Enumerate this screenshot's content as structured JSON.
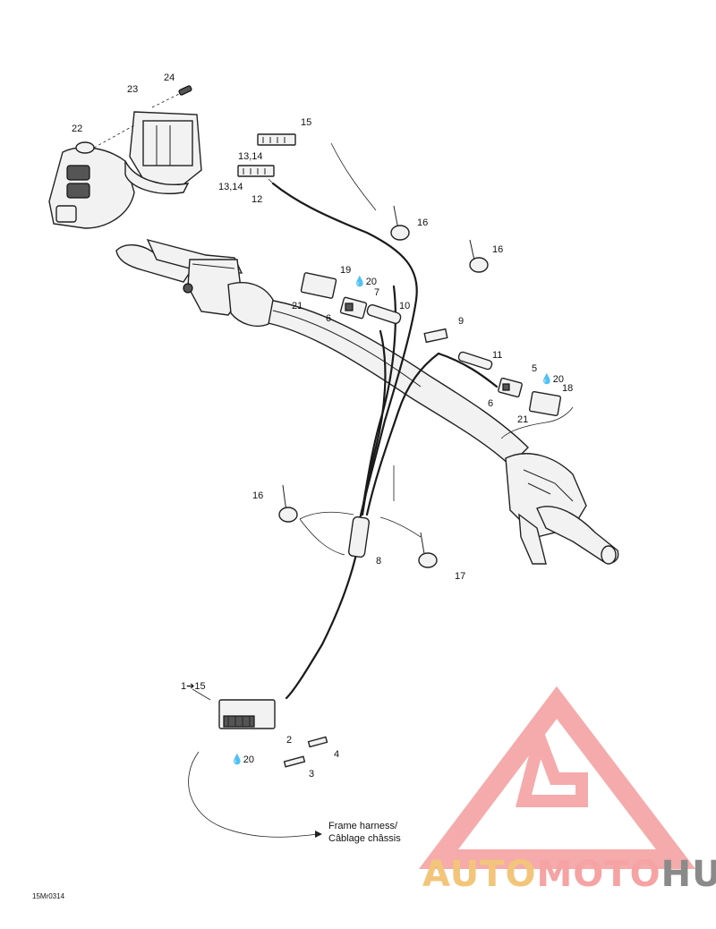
{
  "diagram": {
    "callouts": {
      "c24": "24",
      "c23": "23",
      "c22": "22",
      "c15": "15",
      "c13_14_a": "13,14",
      "c13_14_b": "13,14",
      "c12": "12",
      "c16_a": "16",
      "c16_b": "16",
      "c16_c": "16",
      "c19": "19",
      "c20_a": "20",
      "c21_a": "21",
      "c7": "7",
      "c6_a": "6",
      "c10": "10",
      "c9": "9",
      "c11": "11",
      "c5": "5",
      "c20_b": "20",
      "c6_b": "6",
      "c18": "18",
      "c21_b": "21",
      "c8": "8",
      "c17": "17",
      "c1_15": "1➔15",
      "c2": "2",
      "c4": "4",
      "c3": "3",
      "c20_c": "20"
    },
    "frame_harness_line1": "Frame harness/",
    "frame_harness_line2": "Câblage châssis",
    "figure_code": "15Mr0314"
  },
  "watermark": {
    "brand_part1": "AUTO",
    "brand_part2": "MOTO",
    "brand_part3": "HUB",
    "color_primary": "#f5a3a3",
    "color_secondary": "#f3c57a",
    "color_dark": "#8a8a8a"
  }
}
